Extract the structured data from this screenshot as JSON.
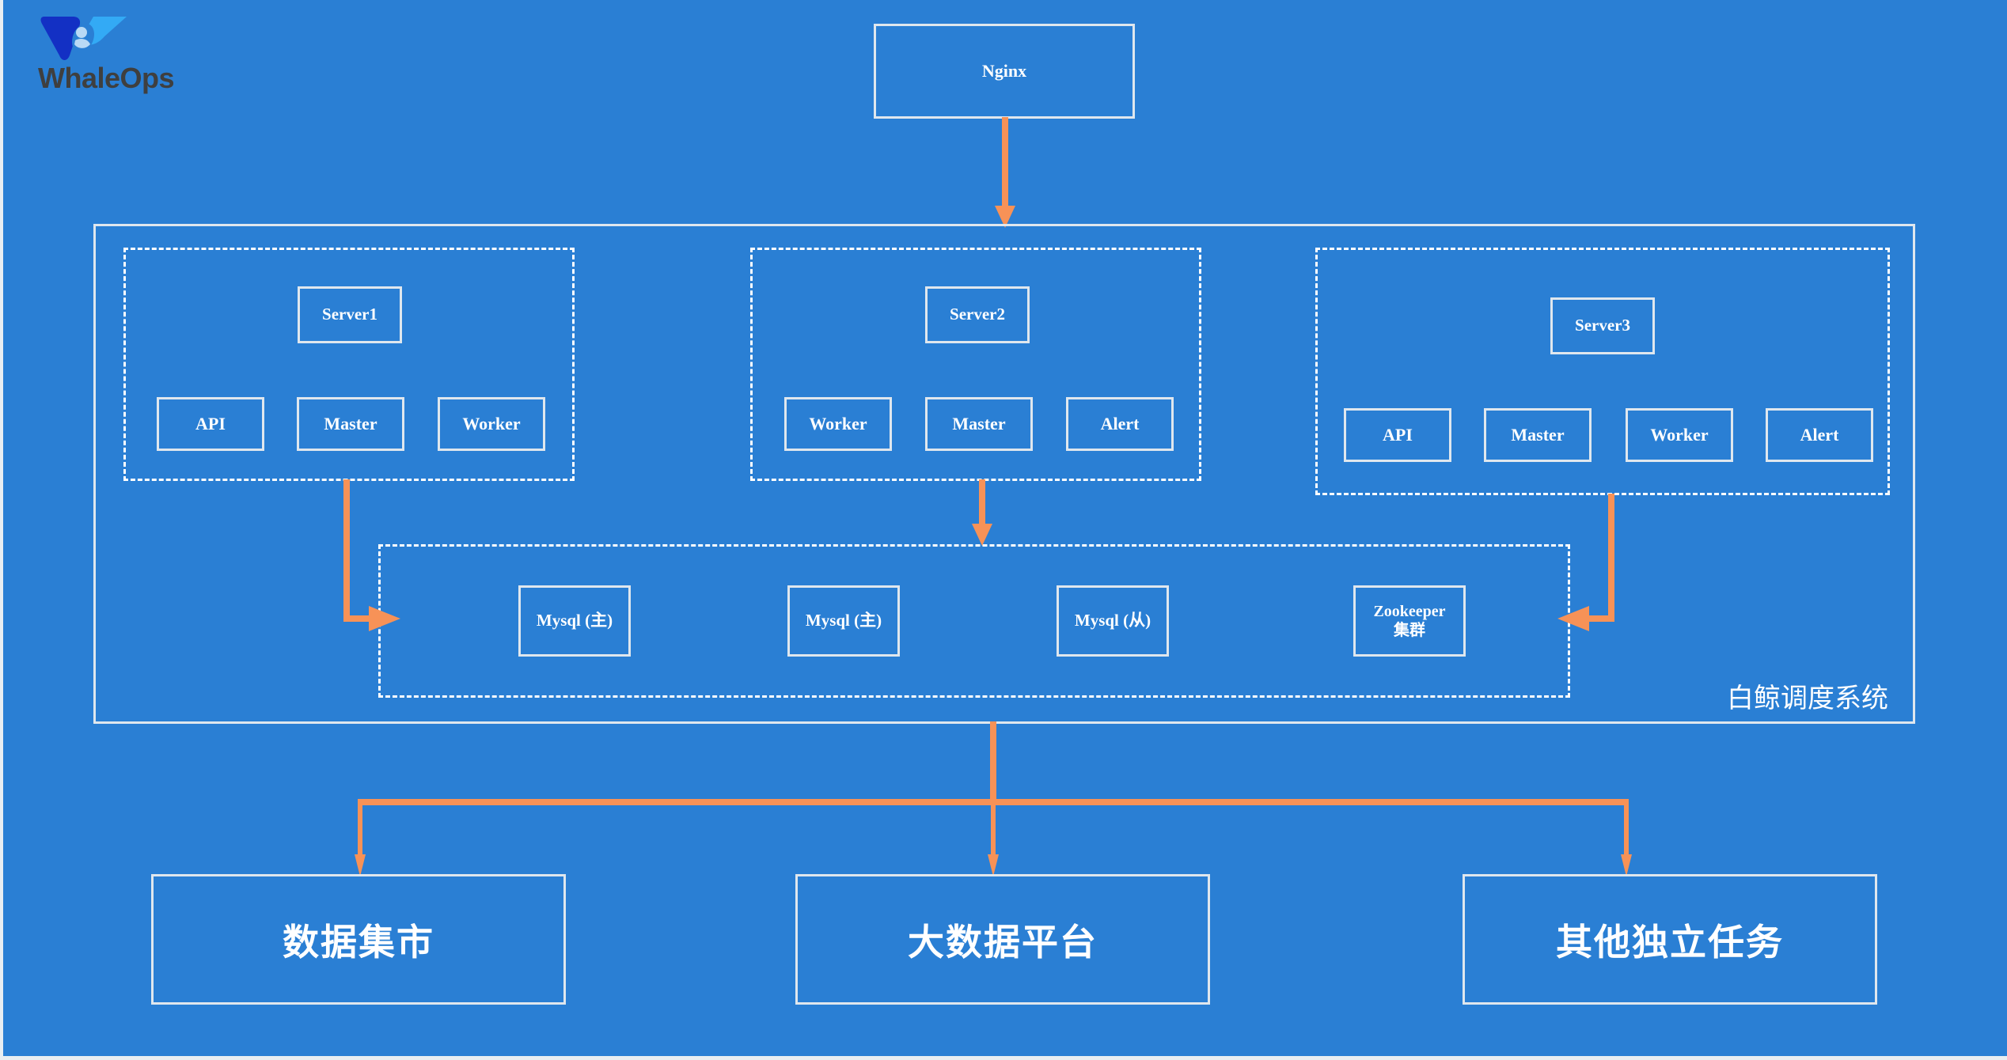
{
  "brand": {
    "name": "WhaleOps",
    "logo_icon": "whale-tail-logo-icon",
    "colors": {
      "dark": "#1330c4",
      "light": "#33aaf5",
      "text": "#3f3f3f"
    }
  },
  "theme": {
    "background": "#2a7fd4",
    "line": "#dfe7ee",
    "arrow": "#f79257",
    "text": "#ffffff"
  },
  "entry": {
    "label": "Nginx"
  },
  "system": {
    "label": "白鲸调度系统",
    "servers": [
      {
        "title": "Server1",
        "components": [
          {
            "label": "API"
          },
          {
            "label": "Master"
          },
          {
            "label": "Worker"
          }
        ]
      },
      {
        "title": "Server2",
        "components": [
          {
            "label": "Worker"
          },
          {
            "label": "Master"
          },
          {
            "label": "Alert"
          }
        ]
      },
      {
        "title": "Server3",
        "components": [
          {
            "label": "API"
          },
          {
            "label": "Master"
          },
          {
            "label": "Worker"
          },
          {
            "label": "Alert"
          }
        ]
      }
    ],
    "storage": [
      {
        "label": "Mysql (主)"
      },
      {
        "label": "Mysql (主)"
      },
      {
        "label": "Mysql (从)"
      },
      {
        "label_line1": "Zookeeper",
        "label_line2": "集群"
      }
    ]
  },
  "sinks": [
    {
      "label": "数据集市"
    },
    {
      "label": "大数据平台"
    },
    {
      "label": "其他独立任务"
    }
  ]
}
